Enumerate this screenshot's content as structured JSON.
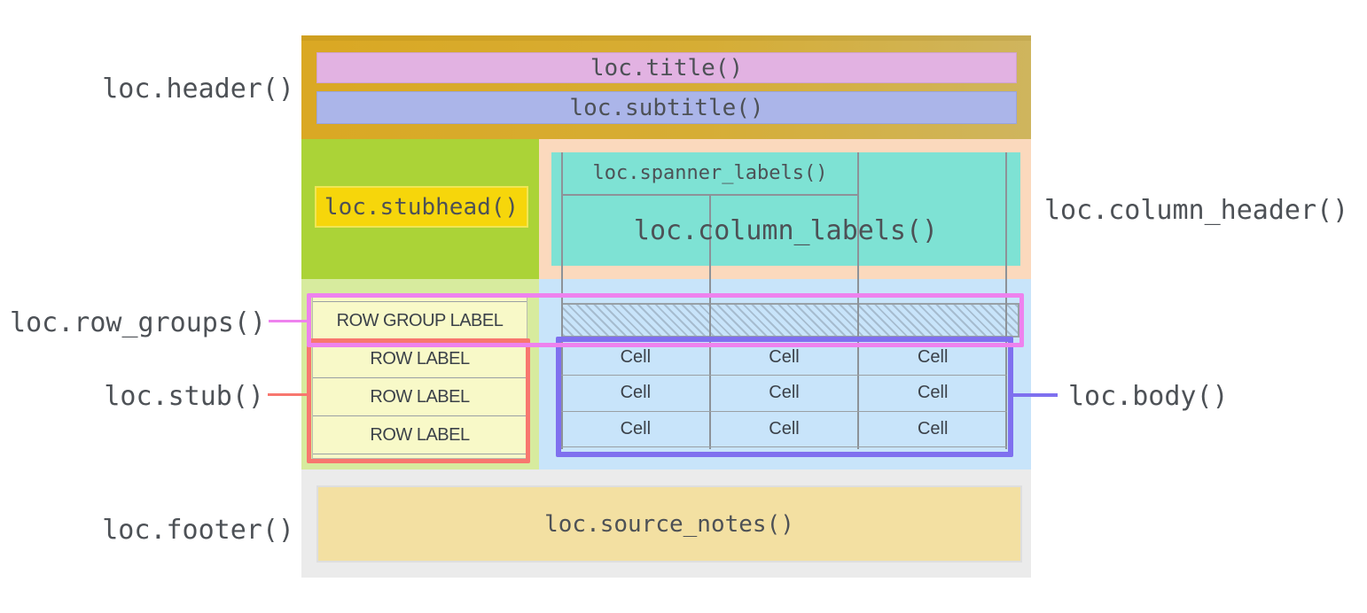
{
  "diagram": {
    "header_label": "loc.header()",
    "column_header_label": "loc.column_header()",
    "row_groups_label": "loc.row_groups()",
    "stub_label": "loc.stub()",
    "body_label": "loc.body()",
    "footer_label": "loc.footer()"
  },
  "table": {
    "title": "loc.title()",
    "subtitle": "loc.subtitle()",
    "stubhead": "loc.stubhead()",
    "spanner_labels": "loc.spanner_labels()",
    "column_labels": "loc.column_labels()",
    "row_group_label": "ROW GROUP LABEL",
    "row_labels": [
      "ROW LABEL",
      "ROW LABEL",
      "ROW LABEL"
    ],
    "body_cells": [
      [
        "Cell",
        "Cell",
        "Cell"
      ],
      [
        "Cell",
        "Cell",
        "Cell"
      ],
      [
        "Cell",
        "Cell",
        "Cell"
      ]
    ],
    "source_notes": "loc.source_notes()"
  },
  "colors": {
    "header_gold": "#d7ab2b",
    "title_pink": "#e2b2e2",
    "subtitle_periwinkle": "#abb5e9",
    "stubhead_area_green": "#abd337",
    "stubhead_yellow": "#f6d60b",
    "column_header_peach": "#fbd9bd",
    "column_labels_teal": "#7ee2d4",
    "stub_area_green": "#d7eb9e",
    "body_blue": "#c8e4fa",
    "stub_cell_yellow": "#f8f9c8",
    "footer_grey": "#ebebeb",
    "source_notes_tan": "#f3e0a2",
    "row_groups_outline_magenta": "#ee82ee",
    "stub_outline_red": "#f8776f",
    "body_outline_purple": "#7f70ef",
    "grid_line_grey": "#8d9298",
    "label_text": "#4d5156"
  }
}
